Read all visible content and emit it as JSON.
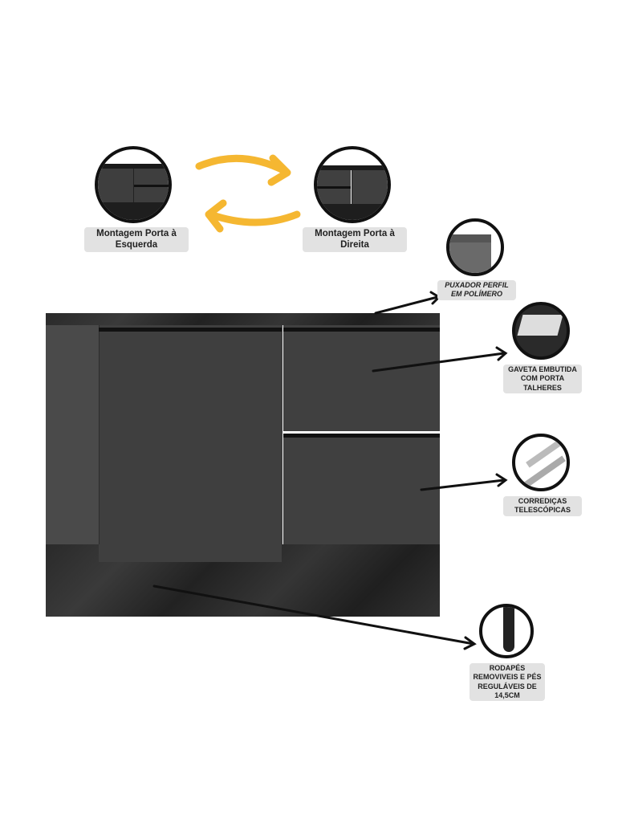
{
  "assembly": {
    "left_label": "Montagem Porta à Esquerda",
    "right_label": "Montagem Porta à Direita"
  },
  "features": [
    {
      "label": "PUXADOR PERFIL EM POLÍMERO",
      "icon": "handle-profile-icon"
    },
    {
      "label": "GAVETA EMBUTIDA COM PORTA TALHERES",
      "icon": "cutlery-drawer-icon"
    },
    {
      "label": "CORREDIÇAS TELESCÓPICAS",
      "icon": "telescopic-slide-icon"
    },
    {
      "label": "RODAPÉS REMOVIVEIS E PÉS REGULÁVEIS DE 14,5CM",
      "icon": "adjustable-foot-icon"
    }
  ],
  "colors": {
    "arrow": "#f5b731",
    "cabinet": "#3d3d3d",
    "marble": "#2a2a2a"
  }
}
